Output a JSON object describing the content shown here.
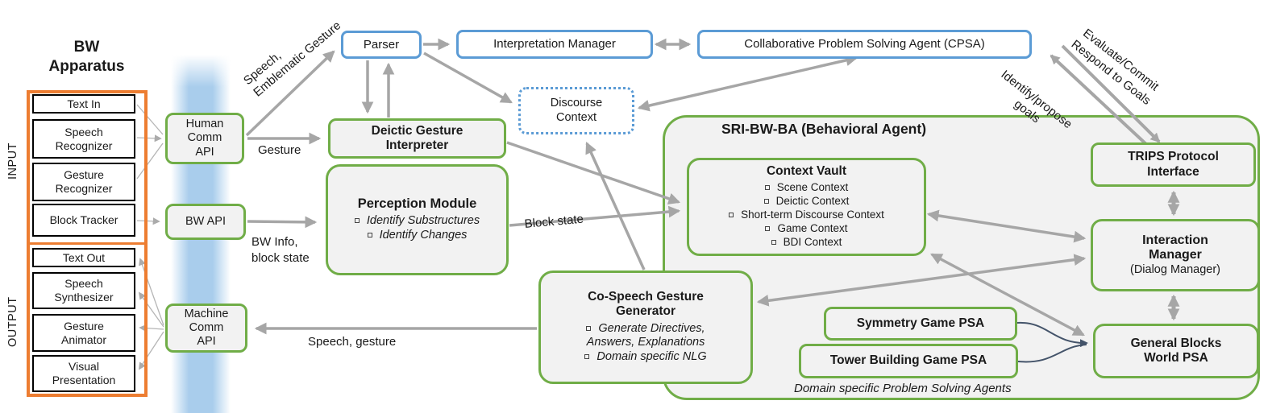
{
  "apparatus": {
    "title": "BW\nApparatus",
    "input_label": "INPUT",
    "output_label": "OUTPUT",
    "input_boxes": [
      "Text In",
      "Speech\nRecognizer",
      "Gesture\nRecognizer",
      "Block Tracker"
    ],
    "output_boxes": [
      "Text Out",
      "Speech\nSynthesizer",
      "Gesture\nAnimator",
      "Visual\nPresentation"
    ]
  },
  "api": {
    "human": "Human\nComm\nAPI",
    "bw": "BW API",
    "machine": "Machine\nComm\nAPI"
  },
  "top_row": {
    "parser": "Parser",
    "interpretation_manager": "Interpretation Manager",
    "cpsa": "Collaborative Problem Solving Agent (CPSA)"
  },
  "discourse_context": "Discourse\nContext",
  "deictic_interpreter": "Deictic Gesture\nInterpreter",
  "perception": {
    "title": "Perception Module",
    "bullets": [
      "Identify Substructures",
      "Identify Changes"
    ]
  },
  "context_vault": {
    "title": "Context Vault",
    "bullets": [
      "Scene Context",
      "Deictic Context",
      "Short-term Discourse Context",
      "Game Context",
      "BDI Context"
    ]
  },
  "cospeech": {
    "title": "Co-Speech Gesture\nGenerator",
    "bullets": [
      "Generate Directives,\nAnswers, Explanations",
      "Domain specific NLG"
    ]
  },
  "sri": {
    "title": "SRI-BW-BA (Behavioral Agent)",
    "trips": "TRIPS Protocol\nInterface",
    "interaction_manager": "Interaction\nManager",
    "dialog_manager": "(Dialog Manager)",
    "general_blocks": "General Blocks\nWorld PSA",
    "symmetry": "Symmetry Game PSA",
    "tower": "Tower Building Game PSA",
    "domain_note": "Domain specific Problem Solving Agents"
  },
  "edge_labels": {
    "speech_emblematic": "Speech,\nEmblematic Gesture",
    "gesture": "Gesture",
    "bw_info": "BW Info,\nblock state",
    "block_state": "Block state",
    "speech_gesture": "Speech, gesture",
    "evaluate_commit": "Evaluate/Commit\nRespond to Goals",
    "identify_propose": "Identify/propose\ngoals"
  },
  "colors": {
    "green": "#70AD47",
    "blue": "#5B9BD5",
    "orange": "#ED7D31",
    "arrow_gray": "#A6A6A6",
    "navy": "#44546A",
    "box_fill": "#F2F2F2",
    "band_blue": "#A9CDEC"
  }
}
